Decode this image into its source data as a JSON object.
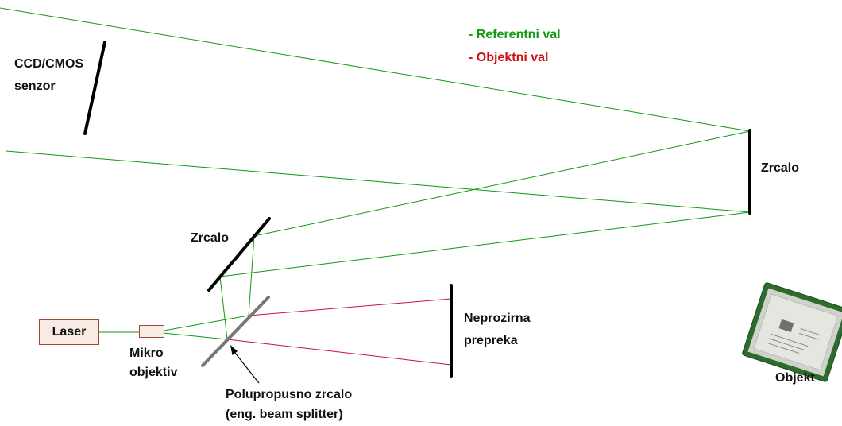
{
  "legend": {
    "reference_wave": "- Referentni val",
    "object_wave": "- Objektni val"
  },
  "labels": {
    "sensor_line1": "CCD/CMOS",
    "sensor_line2": "senzor",
    "mirror_right": "Zrcalo",
    "mirror_left": "Zrcalo",
    "laser": "Laser",
    "micro_line1": "Mikro",
    "micro_line2": "objektiv",
    "obstacle_line1": "Neprozirna",
    "obstacle_line2": "prepreka",
    "splitter_line1": "Polupropusno zrcalo",
    "splitter_line2": "(eng. beam splitter)",
    "object": "Objekt"
  },
  "colors": {
    "reference_beam": "#119911",
    "object_beam": "#cc1144",
    "optics": "#000000",
    "splitter": "#777777",
    "box_border": "#9a4a3a",
    "box_fill": "#f8ebe4"
  },
  "icons": {
    "object_image": "cpu-chip-icon"
  }
}
